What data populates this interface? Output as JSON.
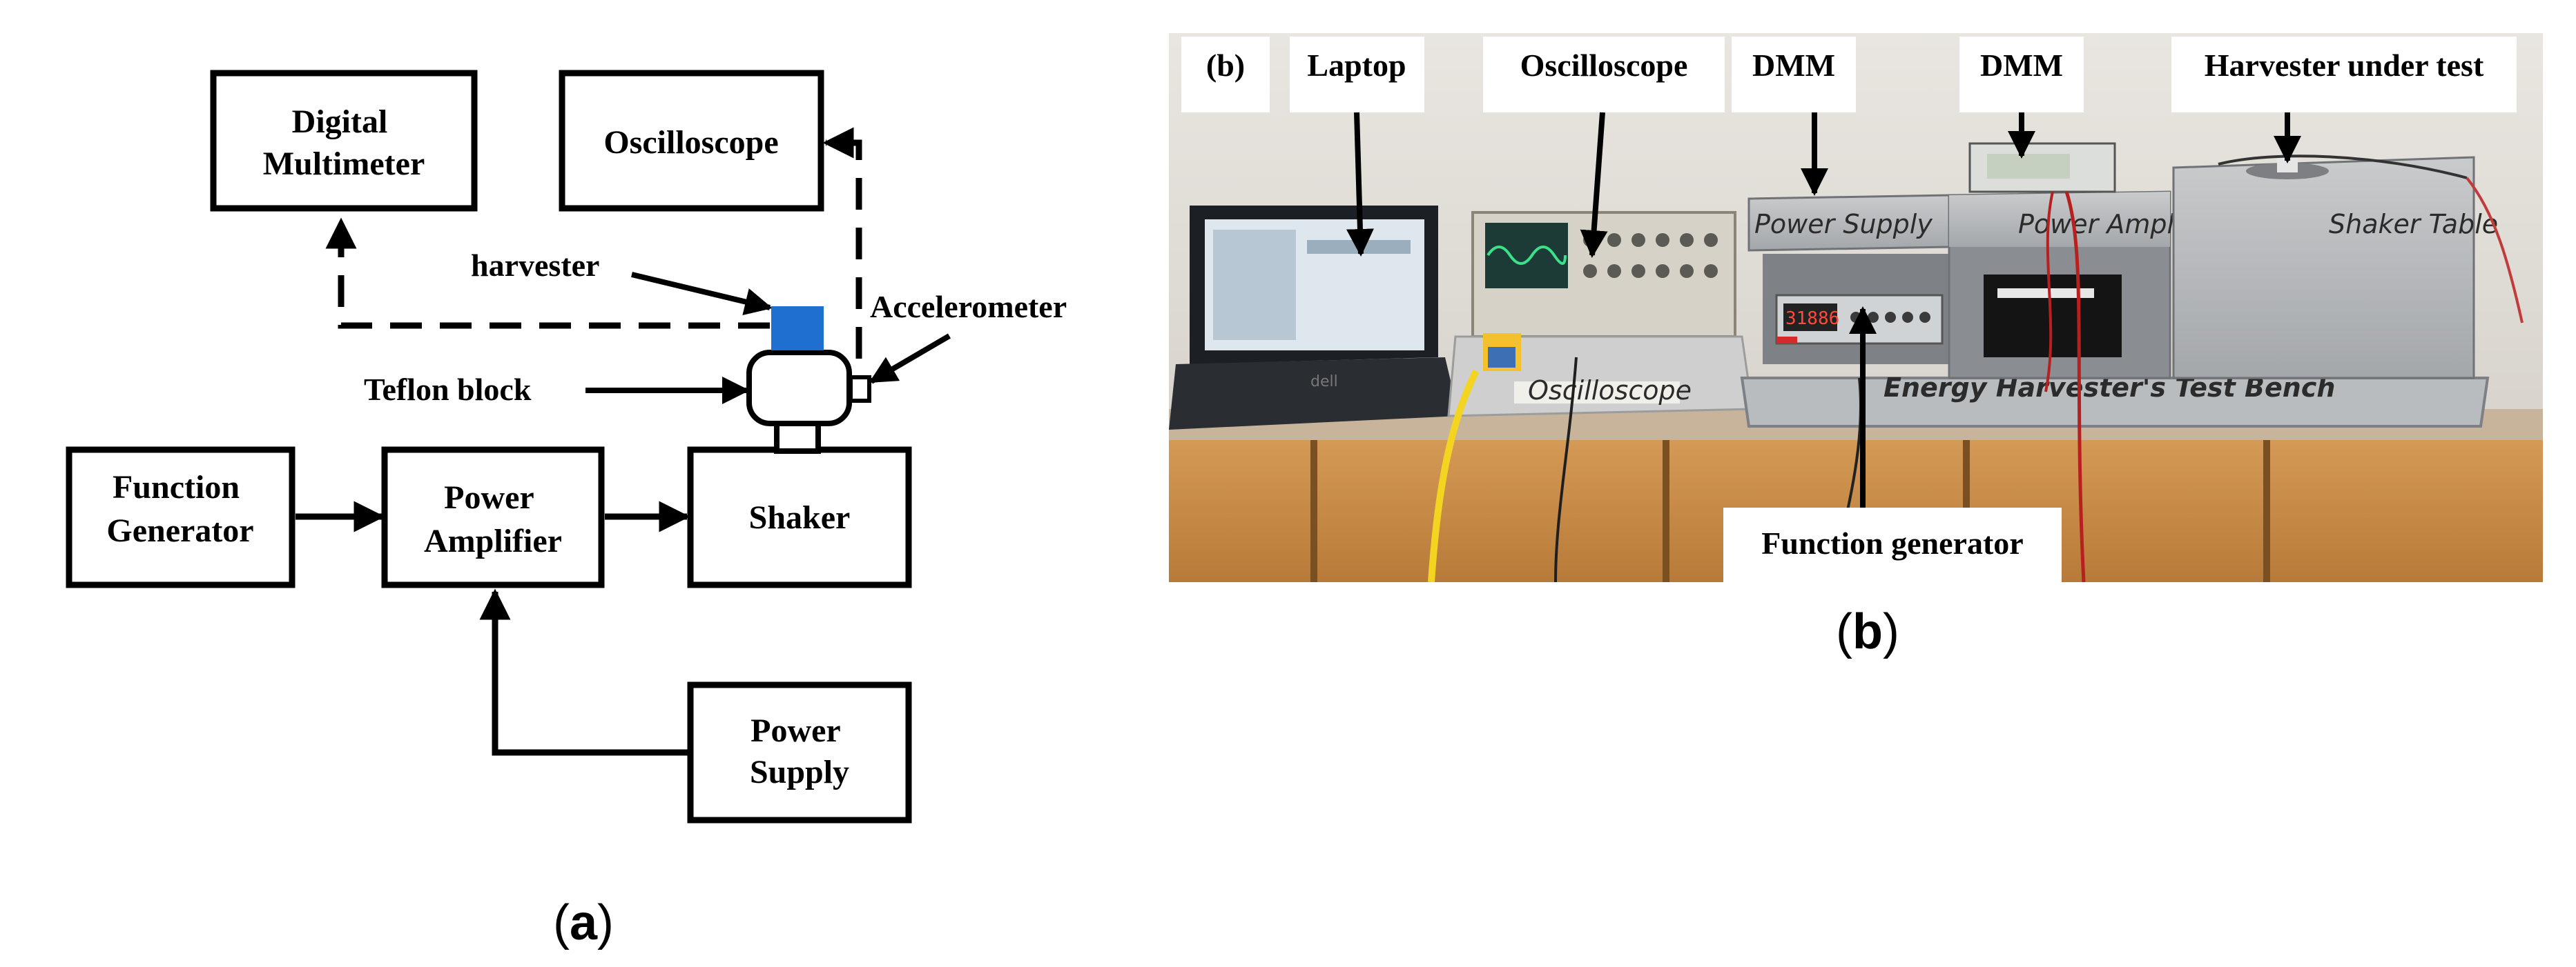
{
  "panel_a": {
    "boxes": {
      "digital_multimeter": [
        "Digital",
        "Multimeter"
      ],
      "oscilloscope": [
        "Oscilloscope"
      ],
      "function_generator": [
        "Function",
        "Generator"
      ],
      "power_amplifier": [
        "Power",
        "Amplifier"
      ],
      "shaker": [
        "Shaker"
      ],
      "power_supply": [
        "Power",
        "Supply"
      ]
    },
    "callouts": {
      "harvester": "harvester",
      "accelerometer": "Accelerometer",
      "teflon_block": "Teflon block"
    },
    "caption_letter": "a",
    "harvester_color": "#1f6fd1"
  },
  "panel_b": {
    "panel_tag": "(b)",
    "tags": {
      "laptop": "Laptop",
      "oscilloscope": "Oscilloscope",
      "dmm_1": "DMM",
      "dmm_2": "DMM",
      "harvester_under_test": "Harvester under test",
      "function_generator": "Function generator"
    },
    "scene_text": {
      "power_supply": "Power Supply",
      "power_amplifier": "Power Amplifier",
      "shaker_table": "Shaker Table",
      "oscilloscope_plate": "Oscilloscope",
      "bench_title": "Energy Harvester's Test Bench",
      "laptop_brand": "dell",
      "generator_display": "31886"
    },
    "caption_letter": "b"
  }
}
